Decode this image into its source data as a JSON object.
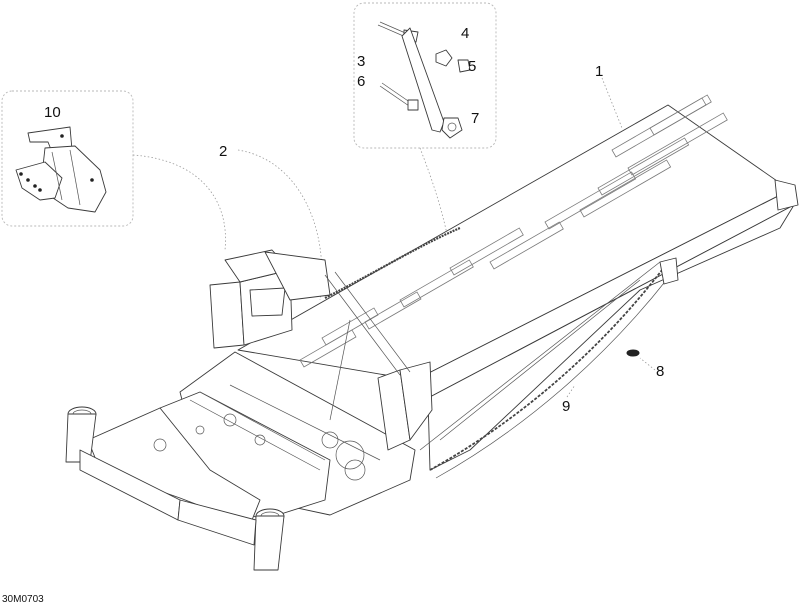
{
  "diagram_code": "30M0703",
  "callouts": [
    {
      "id": "1",
      "label": "1"
    },
    {
      "id": "2",
      "label": "2"
    },
    {
      "id": "3",
      "label": "3"
    },
    {
      "id": "4",
      "label": "4"
    },
    {
      "id": "5",
      "label": "5"
    },
    {
      "id": "6",
      "label": "6"
    },
    {
      "id": "7",
      "label": "7"
    },
    {
      "id": "8",
      "label": "8"
    },
    {
      "id": "9",
      "label": "9"
    },
    {
      "id": "10",
      "label": "10"
    }
  ]
}
